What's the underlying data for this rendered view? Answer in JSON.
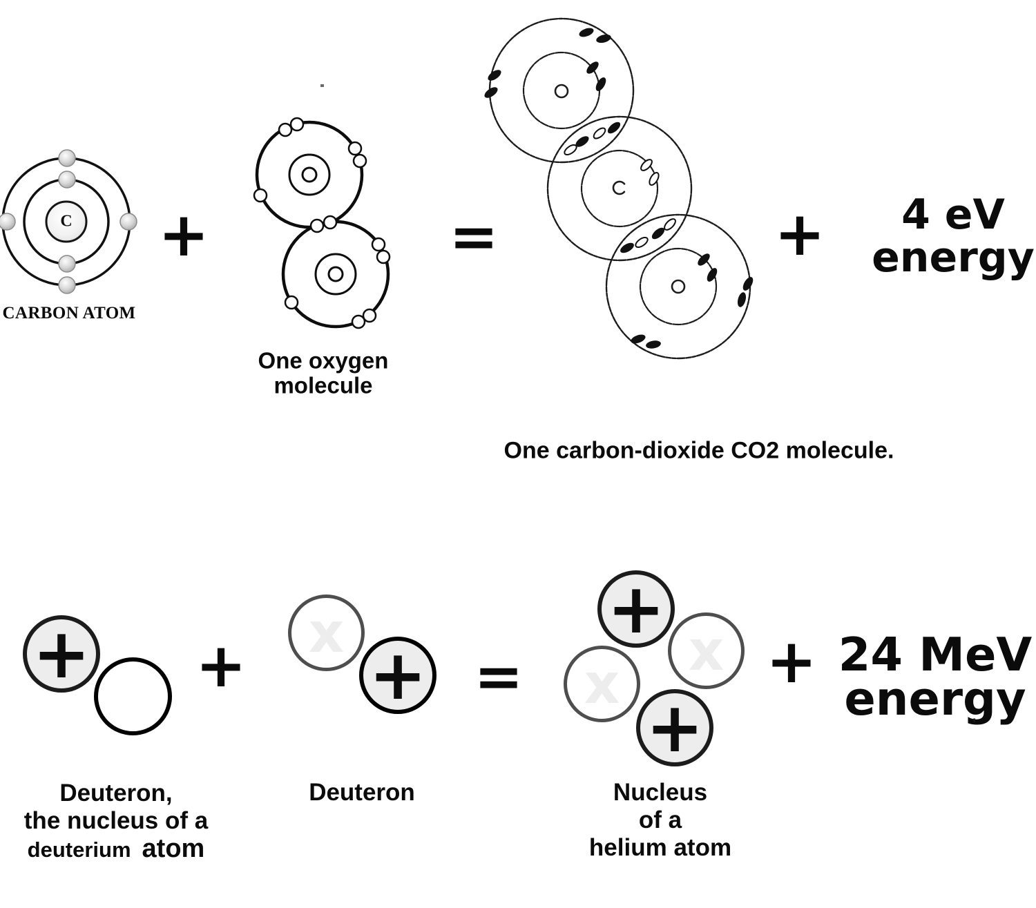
{
  "symbols": {
    "plus": "+",
    "equals": "=",
    "proton": "+",
    "neutron_x": "x"
  },
  "carbon_atom": {
    "label": "CARBON ATOM",
    "nucleus_symbol": "C"
  },
  "oxygen_molecule": {
    "label_line1": "One oxygen",
    "label_line2": "molecule"
  },
  "co2": {
    "caption": "One carbon-dioxide CO2 molecule."
  },
  "chemical_energy": {
    "value": "4 eV",
    "word": "energy"
  },
  "deuteron1": {
    "line1": "Deuteron,",
    "line2": "the nucleus of a",
    "line3a": "deuterium",
    "line3b": "atom"
  },
  "deuteron2": {
    "label": "Deuteron"
  },
  "helium": {
    "line1": "Nucleus",
    "line2": "of a",
    "line3": "helium atom"
  },
  "nuclear_energy": {
    "value": "24 MeV",
    "word": "energy"
  },
  "stray_mark": "'",
  "colors": {
    "ink": "#111111",
    "proton_fill": "#ededed",
    "neutron_stroke": "#4e4e4e",
    "electron_gray": "#c8c8c8",
    "faint_x": "#ededed"
  }
}
